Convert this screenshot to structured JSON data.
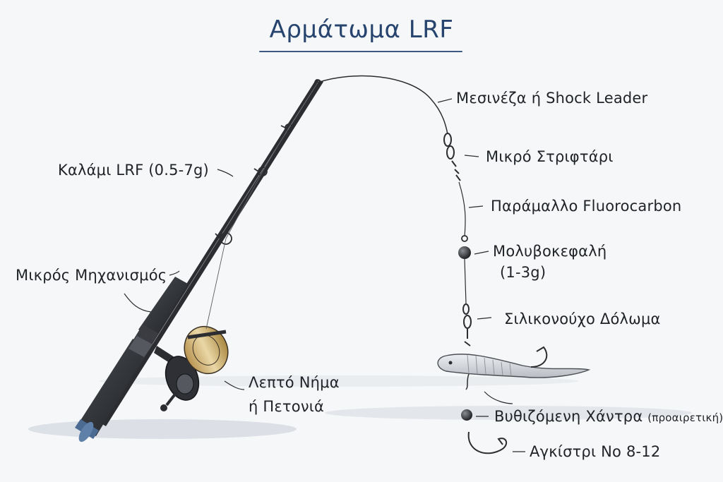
{
  "title": "Αρμάτωμα LRF",
  "labels": {
    "rod": "Καλάμι LRF (0.5-7g)",
    "reel": "Μικρός Μηχανισμός",
    "line_1": "Λεπτό Νήμα",
    "line_2": "ή Πετονιά",
    "leader": "Μεσινέζα ή Shock Leader",
    "swivel": "Μικρό Στριφτάρι",
    "fluoro": "Παράμαλλο Fluorocarbon",
    "jighead_1": "Μολυβοκεφαλή",
    "jighead_2": "(1-3g)",
    "snap": "Σιλικονούχο Δόλωμα",
    "bead_main": "Βυθιζόμενη Χάντρα",
    "bead_note": "(προαιρετική)",
    "hook": "Αγκίστρι Νο 8-12"
  },
  "colors": {
    "ink": "#1f2227",
    "title": "#27446e",
    "rod": "#2b2d31",
    "reel_gold": "#c9a865",
    "butt_blue": "#4b6b92",
    "lure": "#d3d6db"
  }
}
